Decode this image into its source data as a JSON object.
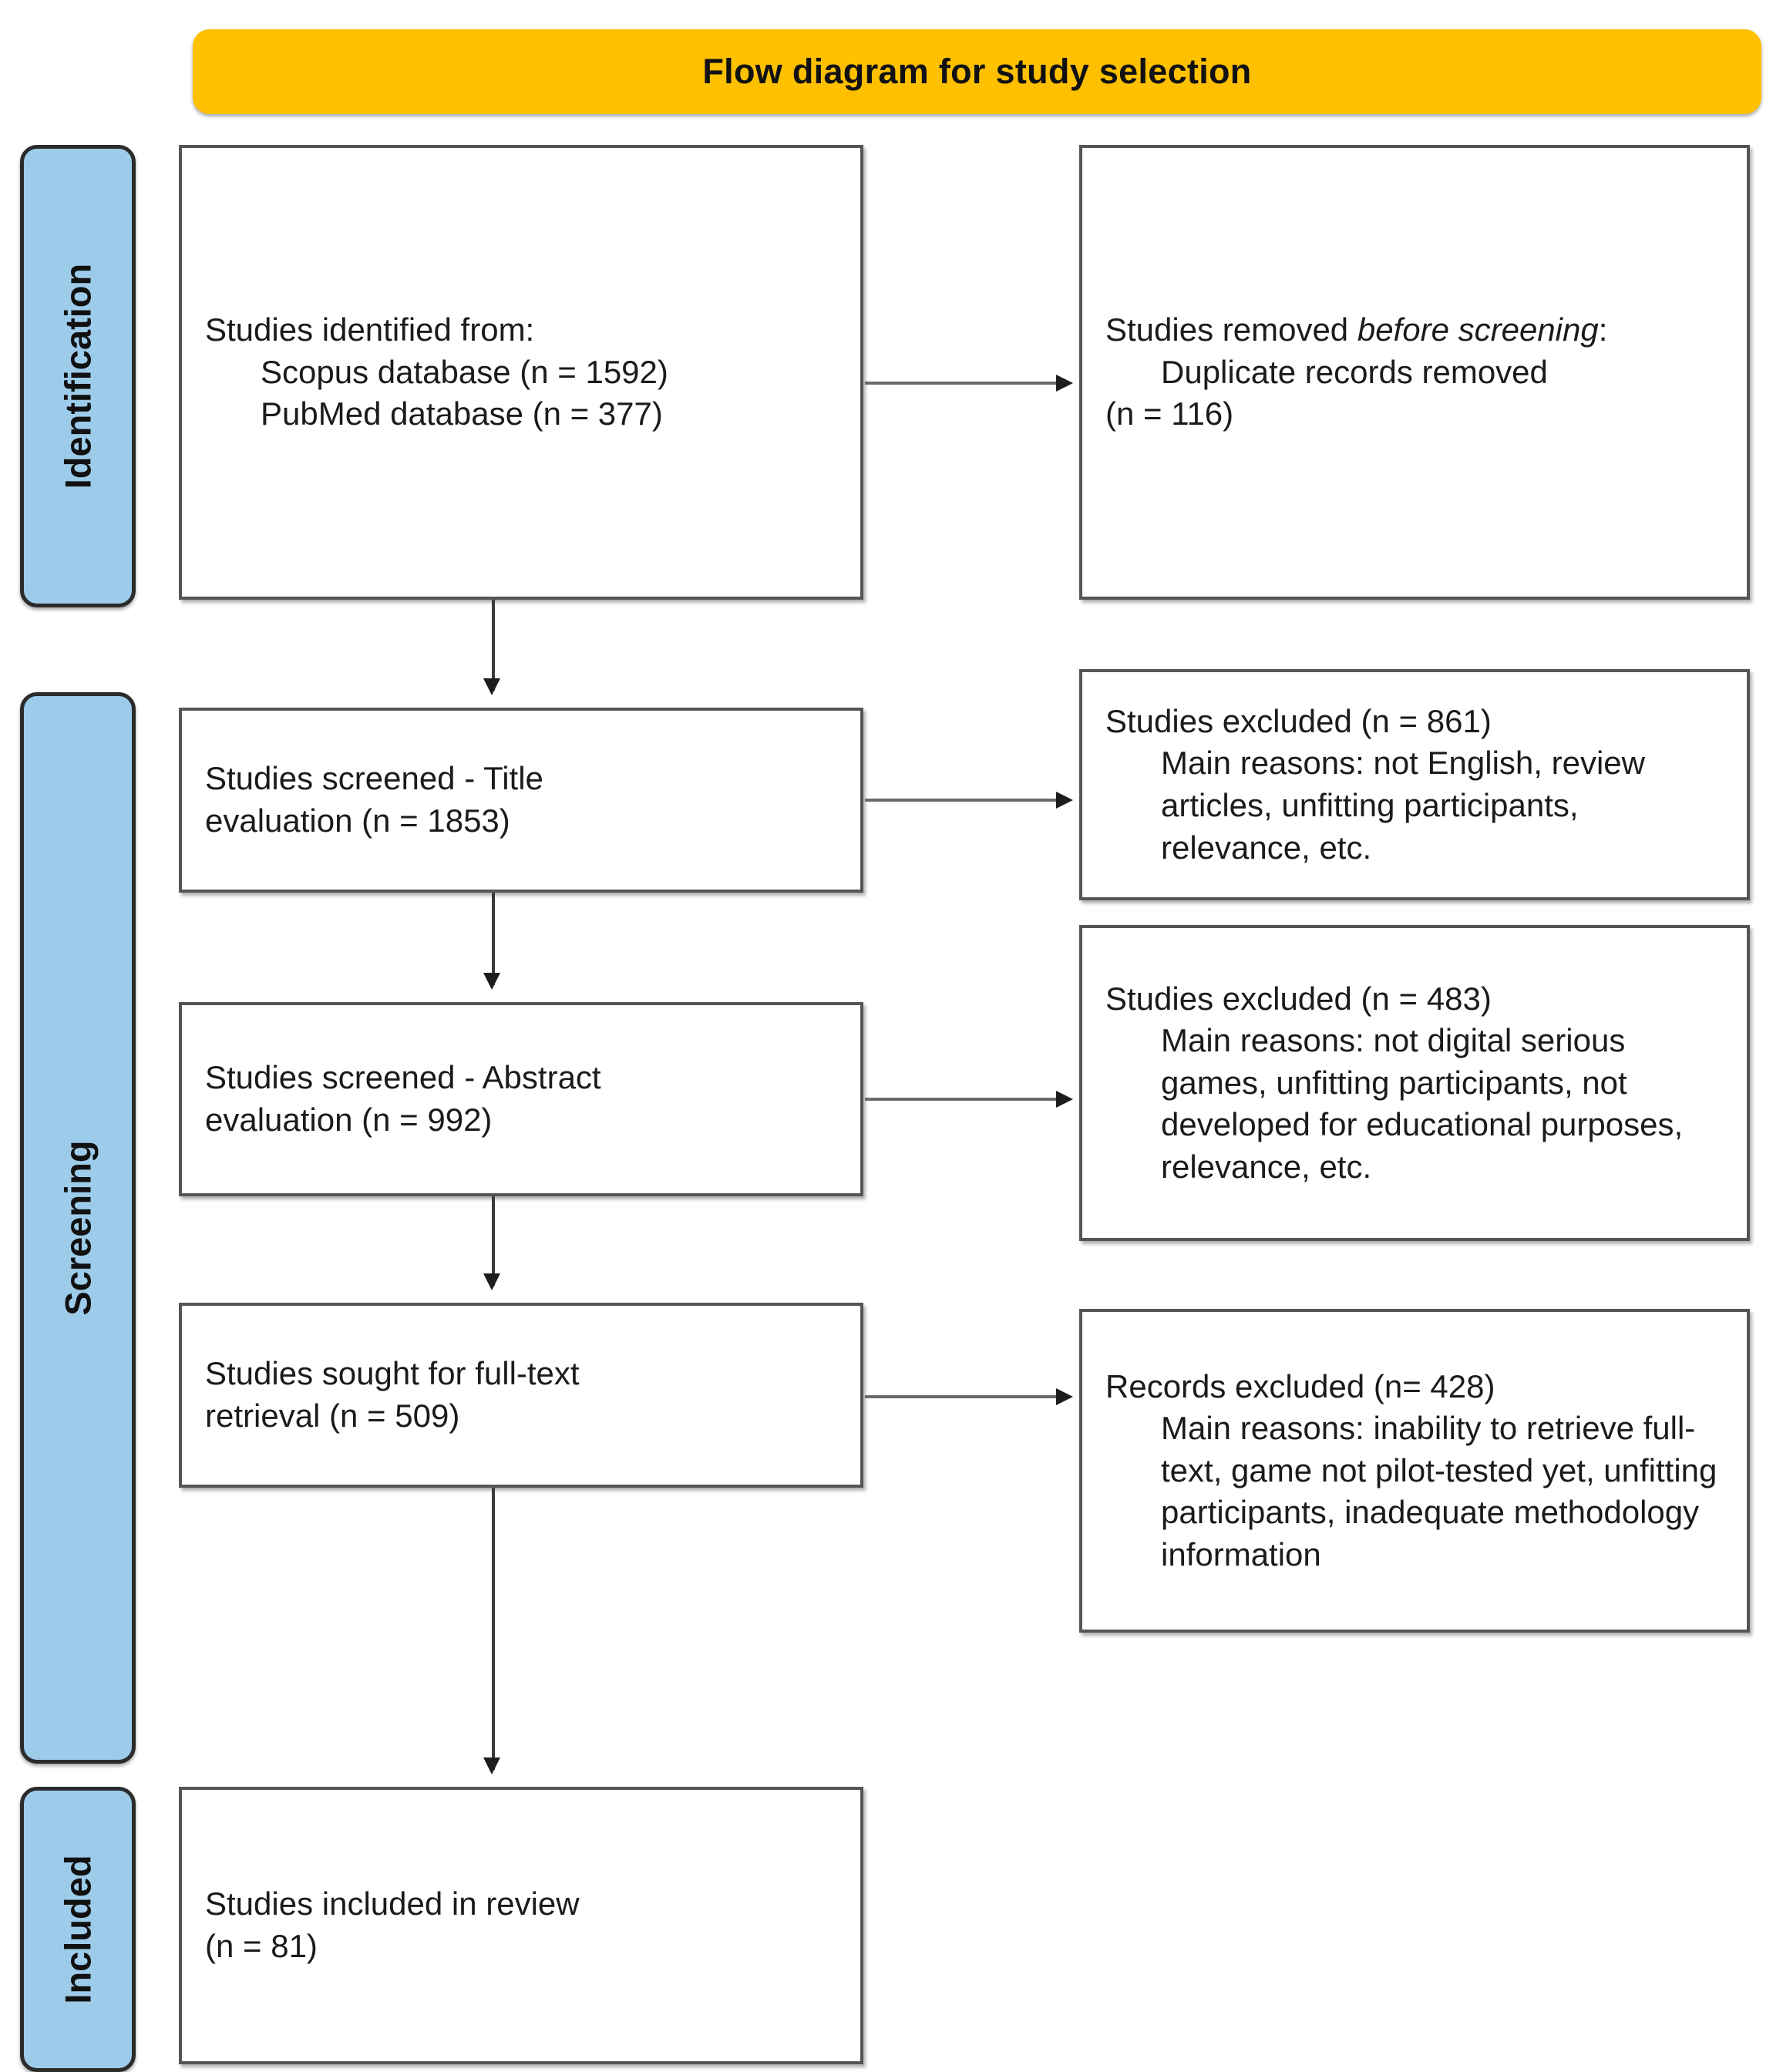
{
  "header": {
    "title": "Flow diagram for study selection",
    "banner_color": "#FFC000"
  },
  "rails": {
    "color": "#9DCBEA",
    "items": [
      {
        "label": "Identification"
      },
      {
        "label": "Screening"
      },
      {
        "label": "Included"
      }
    ]
  },
  "boxes": {
    "identified": {
      "line1": "Studies identified from:",
      "line2": "Scopus database (n = 1592)",
      "line3": "PubMed database (n = 377)"
    },
    "removed": {
      "line1_prefix": "Studies removed ",
      "line1_italic": "before screening",
      "line1_suffix": ":",
      "line2": "Duplicate records removed",
      "line3": "(n = 116)"
    },
    "screened_title": {
      "line1": "Studies screened - Title",
      "line2": "evaluation (n = 1853)"
    },
    "excluded_title": {
      "line1": "Studies excluded (n = 861)",
      "line2": "Main reasons: not English, review articles, unfitting participants, relevance, etc."
    },
    "screened_abstract": {
      "line1": "Studies screened - Abstract",
      "line2": "evaluation (n = 992)"
    },
    "excluded_abstract": {
      "line1": "Studies excluded (n = 483)",
      "line2": "Main reasons: not digital serious games, unfitting participants, not developed for educational purposes, relevance, etc."
    },
    "fulltext": {
      "line1": "Studies sought for full-text",
      "line2": "retrieval (n = 509)"
    },
    "excluded_fulltext": {
      "line1": "Records excluded (n= 428)",
      "line2": "Main reasons: inability to retrieve full-text, game not pilot-tested yet, unfitting participants, inadequate methodology information"
    },
    "included": {
      "line1": "Studies included in review",
      "line2": "(n = 81)"
    }
  }
}
